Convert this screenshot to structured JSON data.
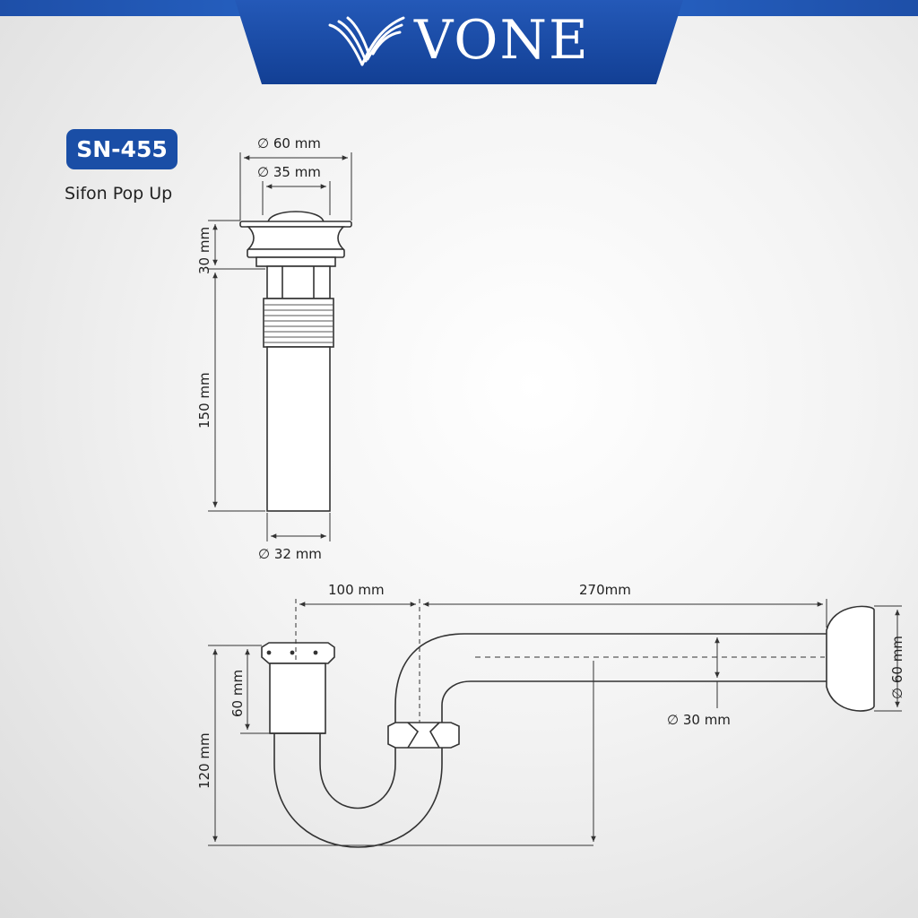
{
  "brand": {
    "name": "VONE"
  },
  "product": {
    "model": "SN-455",
    "name": "Sifon Pop Up"
  },
  "dimensions": {
    "top_outer_dia": "∅ 60 mm",
    "top_inner_dia": "∅ 35 mm",
    "head_height": "30 mm",
    "pipe_length": "150 mm",
    "pipe_dia": "∅ 32 mm",
    "trap_width": "100 mm",
    "outlet_length": "270mm",
    "inlet_height": "60 mm",
    "trap_height": "120 mm",
    "flange_dia": "∅ 60 mm",
    "outlet_dia": "∅  30 mm"
  },
  "colors": {
    "brand_blue": "#1a4ea6",
    "line": "#333333"
  }
}
